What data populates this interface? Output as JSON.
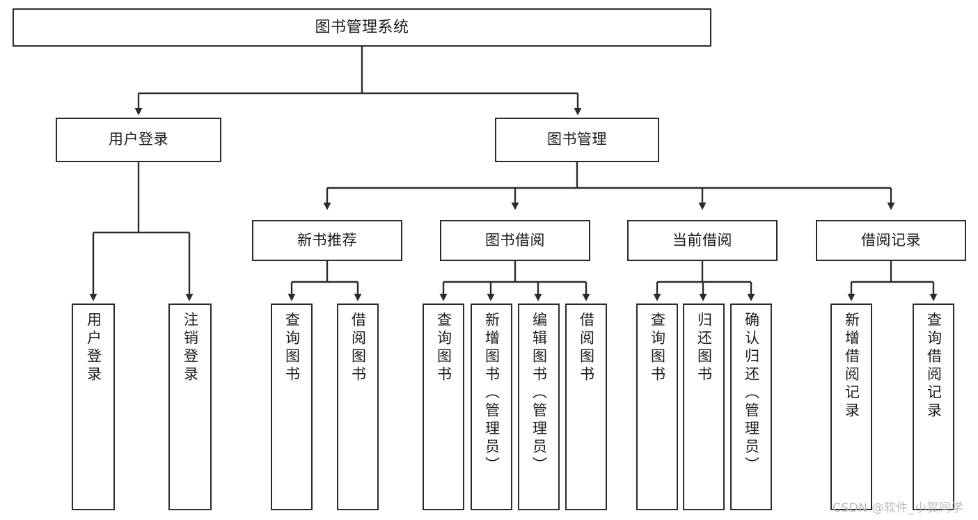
{
  "diagram": {
    "title": "图书管理系统",
    "type": "tree",
    "root": {
      "id": "root",
      "label": "图书管理系统"
    },
    "level2": [
      {
        "id": "user-login",
        "label": "用户登录"
      },
      {
        "id": "book-manage",
        "label": "图书管理"
      }
    ],
    "level3": [
      {
        "id": "new-book-recommend",
        "label": "新书推荐",
        "parent": "book-manage"
      },
      {
        "id": "book-borrow",
        "label": "图书借阅",
        "parent": "book-manage"
      },
      {
        "id": "current-borrow",
        "label": "当前借阅",
        "parent": "book-manage"
      },
      {
        "id": "borrow-record",
        "label": "借阅记录",
        "parent": "book-manage"
      }
    ],
    "leaves": [
      {
        "id": "leaf-user-login",
        "label": "用户登录",
        "parent": "user-login"
      },
      {
        "id": "leaf-user-logout",
        "label": "注销登录",
        "parent": "user-login"
      },
      {
        "id": "leaf-query-book-1",
        "label": "查询图书",
        "parent": "new-book-recommend"
      },
      {
        "id": "leaf-borrow-book-1",
        "label": "借阅图书",
        "parent": "new-book-recommend"
      },
      {
        "id": "leaf-query-book-2",
        "label": "查询图书",
        "parent": "book-borrow"
      },
      {
        "id": "leaf-add-book",
        "label": "新增图书（管理员）",
        "parent": "book-borrow"
      },
      {
        "id": "leaf-edit-book",
        "label": "编辑图书（管理员）",
        "parent": "book-borrow"
      },
      {
        "id": "leaf-borrow-book-2",
        "label": "借阅图书",
        "parent": "book-borrow"
      },
      {
        "id": "leaf-query-book-3",
        "label": "查询图书",
        "parent": "current-borrow"
      },
      {
        "id": "leaf-return-book",
        "label": "归还图书",
        "parent": "current-borrow"
      },
      {
        "id": "leaf-confirm-return",
        "label": "确认归还（管理员）",
        "parent": "current-borrow"
      },
      {
        "id": "leaf-add-record",
        "label": "新增借阅记录",
        "parent": "borrow-record"
      },
      {
        "id": "leaf-query-record",
        "label": "查询借阅记录",
        "parent": "borrow-record"
      }
    ],
    "colors": {
      "stroke": "#2b2b2b",
      "fill": "#ffffff",
      "text": "#1a1a1a",
      "watermark": "#b9b9b9"
    }
  },
  "watermark": {
    "text": "CSDN @软件_小贺同学"
  }
}
